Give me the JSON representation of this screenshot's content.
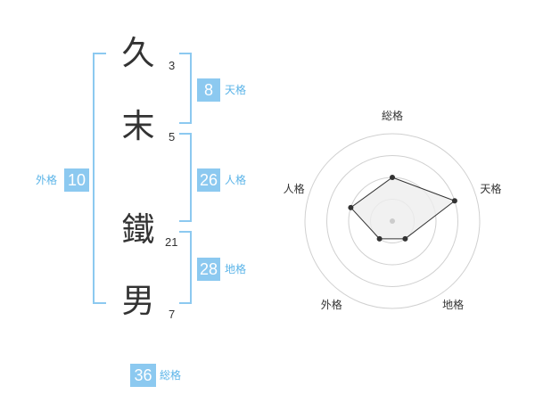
{
  "name": {
    "chars": [
      {
        "char": "久",
        "strokes": "3"
      },
      {
        "char": "末",
        "strokes": "5"
      },
      {
        "char": "鐵",
        "strokes": "21"
      },
      {
        "char": "男",
        "strokes": "7"
      }
    ]
  },
  "scores": {
    "tenkaku": {
      "value": "8",
      "label": "天格"
    },
    "jinkaku": {
      "value": "26",
      "label": "人格"
    },
    "chikaku": {
      "value": "28",
      "label": "地格"
    },
    "gaikaku": {
      "value": "10",
      "label": "外格"
    },
    "soukaku": {
      "value": "36",
      "label": "総格"
    }
  },
  "radar": {
    "axes": [
      "総格",
      "天格",
      "地格",
      "外格",
      "人格"
    ],
    "levels": 4,
    "max": 4,
    "values": [
      2,
      3,
      1,
      1,
      2
    ],
    "colors": {
      "grid": "#d0d0d0",
      "fill": "#eeeeee",
      "line": "#333333",
      "point": "#333333",
      "center": "#cccccc"
    }
  },
  "colors": {
    "accent": "#8cc9f0",
    "accent_text": "#5bb4e8",
    "text": "#333333"
  }
}
